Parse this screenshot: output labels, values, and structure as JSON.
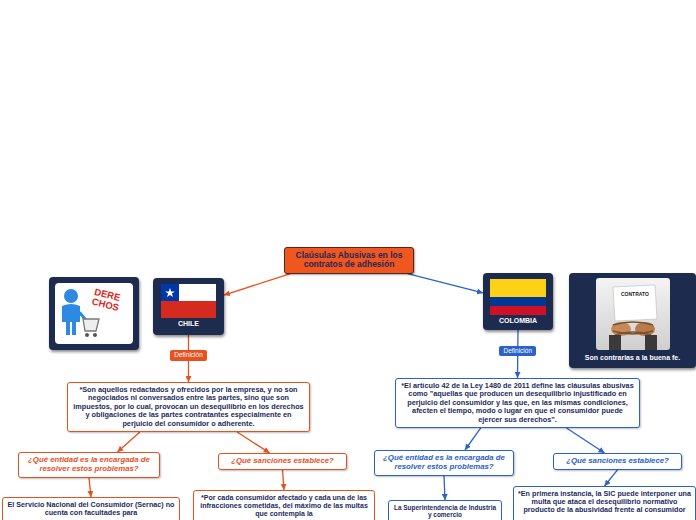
{
  "diagram": {
    "nodes": [
      {
        "text": [
          "Claúsulas Abusivas en los contratos de adhesión"
        ]
      },
      {
        "text": [
          "DERECHOS"
        ]
      },
      {
        "text": [
          "CHILE"
        ]
      },
      {
        "text": [
          "COLOMBIA"
        ]
      },
      {
        "text": [
          "Son contrarias a la buena fe."
        ]
      },
      {
        "text": [
          "*Son aquellos redactados y ofrecidos por la empresa, y no son negociados ni conversados entre las partes, sino que son impuestos, por lo cual, provocan un desequilibrio en los derechos y obligaciones de las partes contratantes especialmente en perjuicio del consumidor o adherente."
        ]
      },
      {
        "text": [
          "¿Qué entidad es la encargada de resolver estos problemas?"
        ]
      },
      {
        "text": [
          "¿Qué sanciones establece?"
        ]
      },
      {
        "text": [
          "El Servicio Nacional del Consumidor (Sernac) no cuenta con facultades para"
        ]
      },
      {
        "text": [
          "*Por cada consumidor afectado y cada una de las infracciones cometidas, del máximo de las multas que contempla la"
        ]
      },
      {
        "text": [
          "*El artículo 42 de la Ley 1480 de 2011 define las cláusulas abusivas como \"aquellas que producen un desequilibrio injustificado en perjuicio del consumidor y las que, en las mismas condiciones, afecten el tiempo, modo o lugar en que el consumidor puede ejercer sus derechos\"."
        ]
      },
      {
        "text": [
          "¿Qué entidad es la encargada de resolver estos problemas?"
        ]
      },
      {
        "text": [
          "¿Qué sanciones establece?"
        ]
      },
      {
        "text": [
          "La Superintendencia de Industria y comercio"
        ]
      },
      {
        "text": [
          "*En primera instancia, la SIC puede interponer una multa que ataca el desequilibrio normativo producto de la abusividad frente al consumidor"
        ]
      }
    ],
    "edges": [
      {
        "from": 0,
        "to": 2,
        "arrow": "to"
      },
      {
        "from": 0,
        "to": 3,
        "arrow": "to"
      },
      {
        "from": 2,
        "to": 5,
        "label": "Definición",
        "arrow": "to"
      },
      {
        "from": 5,
        "to": 6,
        "arrow": "to"
      },
      {
        "from": 5,
        "to": 7,
        "arrow": "to"
      },
      {
        "from": 6,
        "to": 8,
        "arrow": "to"
      },
      {
        "from": 7,
        "to": 9,
        "arrow": "to"
      },
      {
        "from": 3,
        "to": 10,
        "label": "Definición",
        "arrow": "to"
      },
      {
        "from": 10,
        "to": 11,
        "arrow": "to"
      },
      {
        "from": 10,
        "to": 12,
        "arrow": "to"
      },
      {
        "from": 11,
        "to": 13,
        "arrow": "to"
      },
      {
        "from": 12,
        "to": 14,
        "arrow": "to"
      }
    ],
    "labels": [
      "CONTRATO"
    ]
  }
}
